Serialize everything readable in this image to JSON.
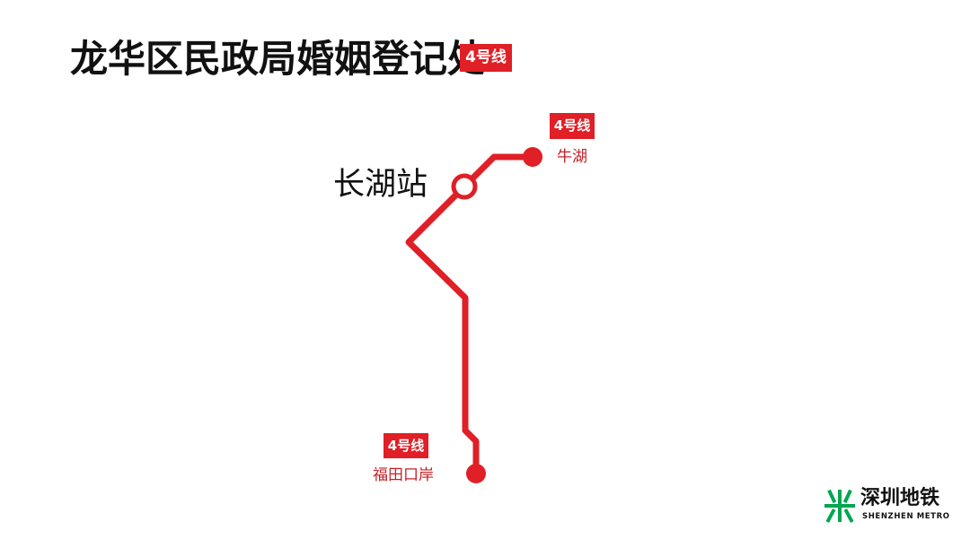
{
  "title": "龙华区民政局婚姻登记处",
  "title_line_badge": "4号线",
  "route": {
    "line_name": "4号线",
    "color": "#e01f26",
    "current_station": "长湖站",
    "stations": [
      {
        "name": "牛湖",
        "line_badge": "4号线"
      },
      {
        "name": "福田口岸",
        "line_badge": "4号线"
      }
    ]
  },
  "logo": {
    "main": "深圳地铁",
    "sub": "SHENZHEN METRO",
    "color": "#00a651"
  }
}
